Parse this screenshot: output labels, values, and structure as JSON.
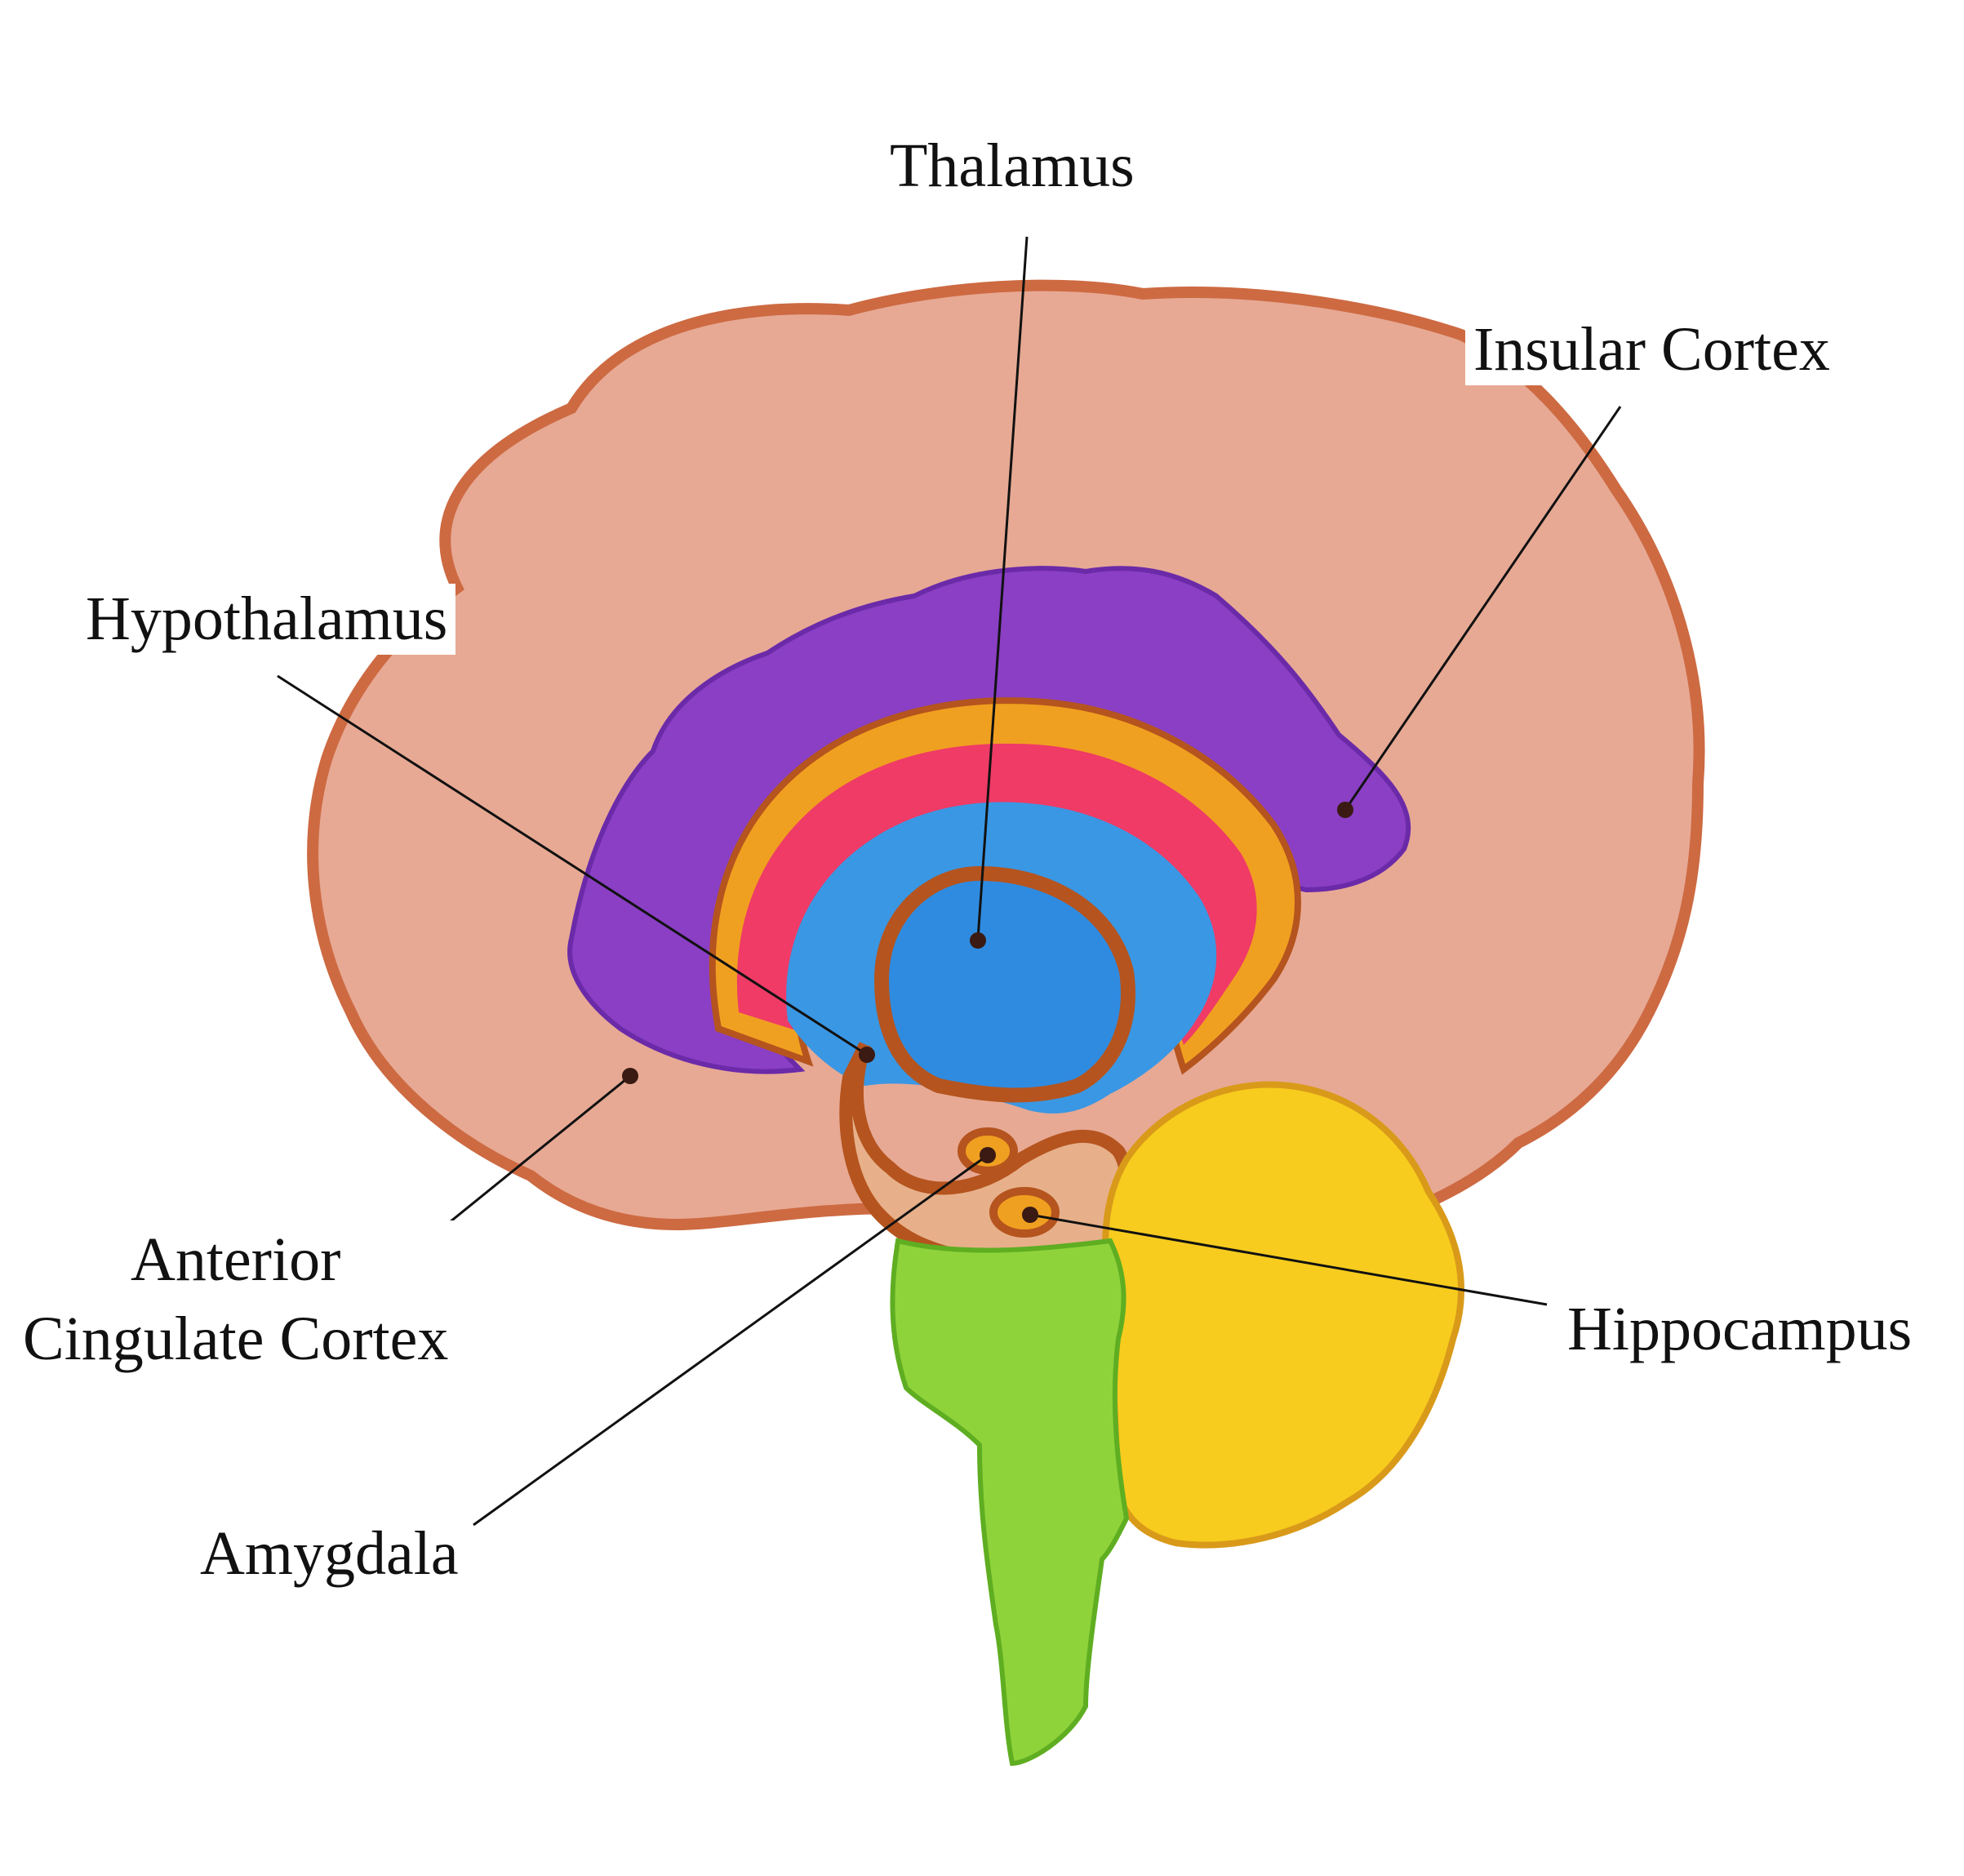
{
  "labels": {
    "thalamus": "Thalamus",
    "insular_cortex": "Insular Cortex",
    "hypothalamus": "Hypothalamus",
    "anterior_cingulate_line1": "Anterior",
    "anterior_cingulate_line2": "Cingulate Cortex",
    "hippocampus": "Hippocampus",
    "amygdala": "Amygdala"
  },
  "colors": {
    "cortex": "#e7a994",
    "cortex_edge": "#cd6a42",
    "insular": "#8a3fc4",
    "orange_band": "#f0a020",
    "pink_band": "#ef3b66",
    "blue_band": "#3a97e3",
    "brown_outline": "#b5541e",
    "cerebellum": "#f7cc1e",
    "brainstem": "#8fd33a",
    "line": "#111111"
  }
}
